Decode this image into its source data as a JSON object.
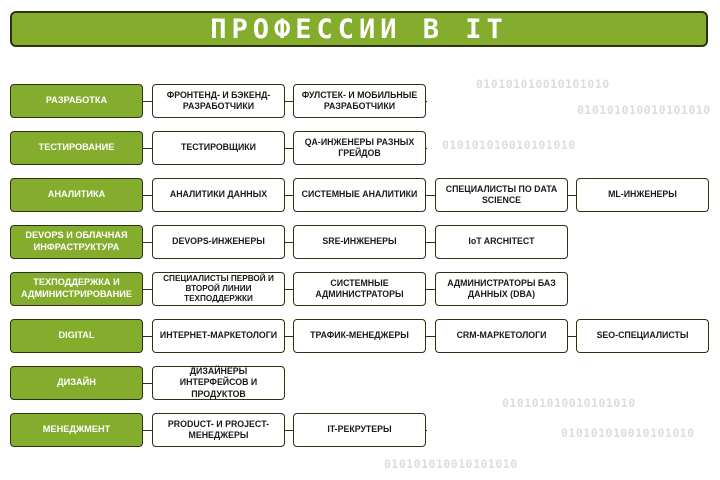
{
  "title": "ПРОФЕССИИ В IT",
  "binary_text": "010101010010101010",
  "colors": {
    "accent": "#84ad2e",
    "border": "#2b3313",
    "binary": "#dcdcdc"
  },
  "rows": [
    {
      "category": "РАЗРАБОТКА",
      "cells": [
        "ФРОНТЕНД- И БЭКЕНД-РАЗРАБОТЧИКИ",
        "ФУЛСТЕК- И МОБИЛЬНЫЕ РАЗРАБОТЧИКИ"
      ]
    },
    {
      "category": "ТЕСТИРОВАНИЕ",
      "cells": [
        "ТЕСТИРОВЩИКИ",
        "QA-ИНЖЕНЕРЫ РАЗНЫХ ГРЕЙДОВ"
      ]
    },
    {
      "category": "АНАЛИТИКА",
      "cells": [
        "АНАЛИТИКИ ДАННЫХ",
        "СИСТЕМНЫЕ АНАЛИТИКИ",
        "СПЕЦИАЛИСТЫ ПО DATA SCIENCE",
        "ML-ИНЖЕНЕРЫ"
      ]
    },
    {
      "category": "DEVOPS И ОБЛАЧНАЯ ИНФРАСТРУКТУРА",
      "cells": [
        "DEVOPS-ИНЖЕНЕРЫ",
        "SRE-ИНЖЕНЕРЫ",
        "IoT ARCHITECT"
      ]
    },
    {
      "category": "ТЕХПОДДЕРЖКА И АДМИНИСТРИРОВАНИЕ",
      "cells": [
        "СПЕЦИАЛИСТЫ ПЕРВОЙ И ВТОРОЙ ЛИНИИ ТЕХПОДДЕРЖКИ",
        "СИСТЕМНЫЕ АДМИНИСТРАТОРЫ",
        "АДМИНИСТРАТОРЫ БАЗ ДАННЫХ (DBA)"
      ]
    },
    {
      "category": "DIGITAL",
      "cells": [
        "ИНТЕРНЕТ-МАРКЕТОЛОГИ",
        "ТРАФИК-МЕНЕДЖЕРЫ",
        "CRM-МАРКЕТОЛОГИ",
        "SEO-СПЕЦИАЛИСТЫ"
      ]
    },
    {
      "category": "ДИЗАЙН",
      "cells": [
        "ДИЗАЙНЕРЫ ИНТЕРФЕЙСОВ И ПРОДУКТОВ"
      ]
    },
    {
      "category": "МЕНЕДЖМЕНТ",
      "cells": [
        "PRODUCT- И PROJECT-МЕНЕДЖЕРЫ",
        "IT-РЕКРУТЕРЫ"
      ]
    }
  ]
}
